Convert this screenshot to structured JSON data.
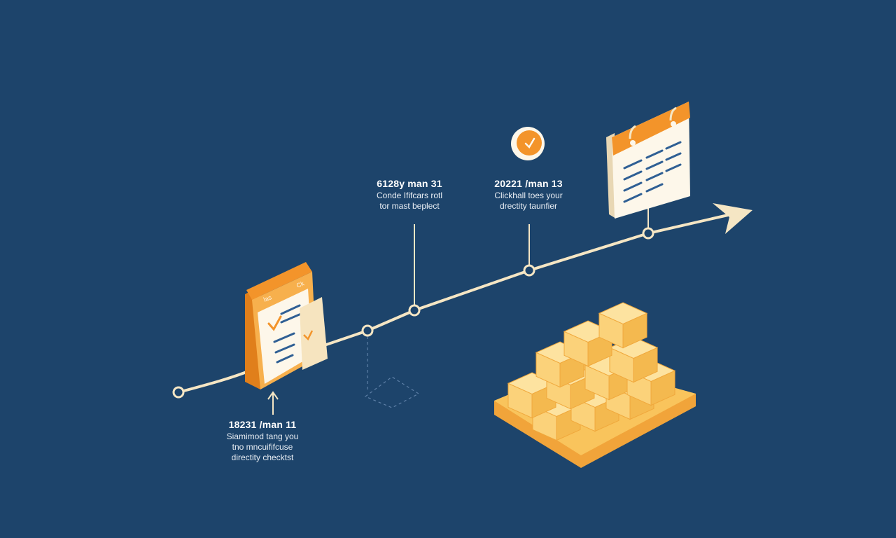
{
  "milestones": [
    {
      "date": "18231 /man 11",
      "desc": [
        "Siamimod tang you",
        "tno mncuififcuse",
        "directity checktst"
      ]
    },
    {
      "date": "6128y man 31",
      "desc": [
        "Conde Ififcars rotl",
        "tor mast beplect"
      ]
    },
    {
      "date": "20221 /man 13",
      "desc": [
        "Clickhall toes your",
        "drectity taunfier"
      ]
    }
  ],
  "calendar_left": {
    "header_text": "las",
    "header_mark": "Ck"
  },
  "colors": {
    "background": "#1d446b",
    "timeline": "#f5e6c4",
    "accent_orange": "#f3942a",
    "box_yellow": "#fbd27a",
    "paper": "#fdf7ea"
  },
  "icons": [
    "calendar-icon",
    "clock-icon",
    "checklist-icon",
    "box-stack-icon",
    "arrow-icon"
  ]
}
